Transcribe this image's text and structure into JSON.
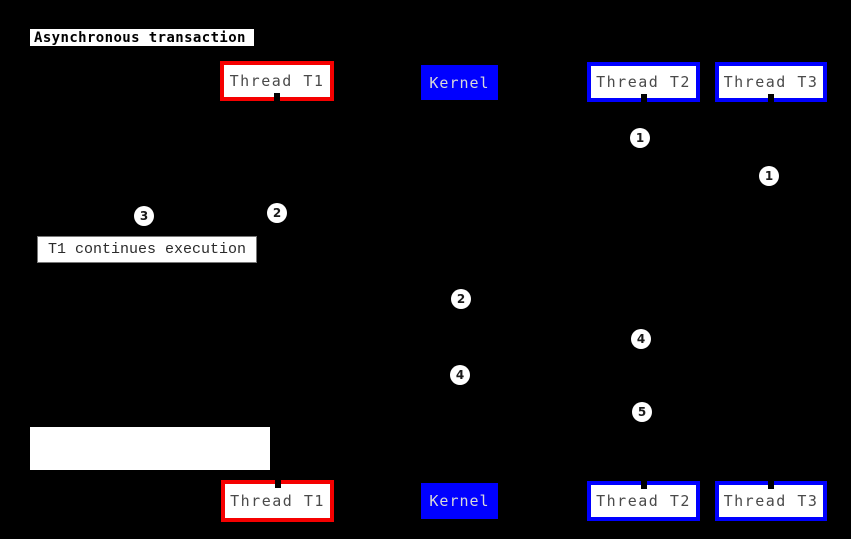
{
  "title": "Asynchronous transaction",
  "participants": {
    "thread_t1": {
      "label": "Thread T1",
      "border_color": "#ff0000",
      "fill_color": "#ffffff",
      "text_color": "#4a4a4a"
    },
    "kernel": {
      "label": "Kernel",
      "border_color": "#0000ff",
      "fill_color": "#0000ff",
      "text_color": "#d9d9d9"
    },
    "thread_t2": {
      "label": "Thread T2",
      "border_color": "#0000ff",
      "fill_color": "#ffffff",
      "text_color": "#4a4a4a"
    },
    "thread_t3": {
      "label": "Thread T3",
      "border_color": "#0000ff",
      "fill_color": "#ffffff",
      "text_color": "#4a4a4a"
    }
  },
  "notes": {
    "t1_continues": "T1 continues execution",
    "blank_note": ""
  },
  "markers": [
    {
      "label": "1"
    },
    {
      "label": "1"
    },
    {
      "label": "3"
    },
    {
      "label": "2"
    },
    {
      "label": "2"
    },
    {
      "label": "4"
    },
    {
      "label": "4"
    },
    {
      "label": "5"
    }
  ],
  "colors": {
    "background": "#000000",
    "red_accent": "#ff0000",
    "blue_accent": "#0000ff",
    "box_fill": "#ffffff",
    "marker_fill": "#ffffff",
    "marker_text": "#1a1a1a"
  }
}
